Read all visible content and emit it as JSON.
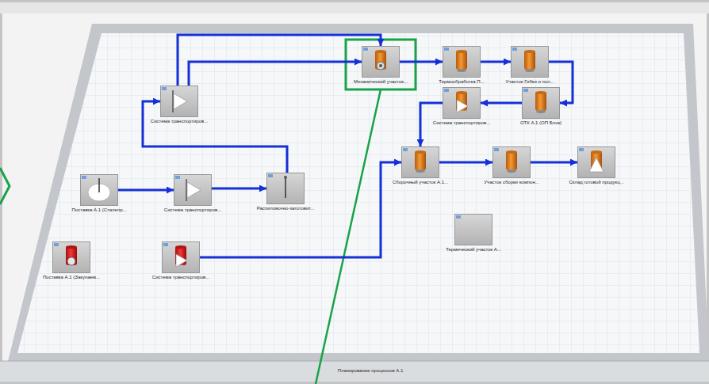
{
  "diagram": {
    "nodes": [
      {
        "text": [
          "Механический участок..."
        ]
      },
      {
        "text": [
          "Термообработка П..."
        ]
      },
      {
        "text": [
          "Участок Гибки и пол..."
        ]
      },
      {
        "text": [
          "Система транспортиров..."
        ]
      },
      {
        "text": [
          "Система транспортиров..."
        ]
      },
      {
        "text": [
          "ОТК А.1 (ОП Блок)"
        ]
      },
      {
        "text": [
          "Сборочный участок А.1..."
        ]
      },
      {
        "text": [
          "Участок сборки компон..."
        ]
      },
      {
        "text": [
          "Склад готовой продукц..."
        ]
      },
      {
        "text": [
          "Поставка А.1 (Сталепр..."
        ]
      },
      {
        "text": [
          "Система транспортиров..."
        ]
      },
      {
        "text": [
          "Распиловочно-заготовит..."
        ]
      },
      {
        "text": [
          "Термический участок А..."
        ]
      },
      {
        "text": [
          "Поставка А.1 (Закупаем..."
        ]
      },
      {
        "text": [
          "Система транспортиров..."
        ]
      }
    ],
    "edges": [
      {
        "from": 9,
        "to": 10,
        "arrow": "to"
      },
      {
        "from": 10,
        "to": 11,
        "arrow": "to"
      },
      {
        "from": 11,
        "to": 3,
        "arrow": "to"
      },
      {
        "from": 3,
        "to": 0,
        "arrow": "to"
      },
      {
        "from": 3,
        "to": 0,
        "arrow": "to"
      },
      {
        "from": 0,
        "to": 1,
        "arrow": "to"
      },
      {
        "from": 1,
        "to": 2,
        "arrow": "to"
      },
      {
        "from": 2,
        "to": 5,
        "arrow": "to"
      },
      {
        "from": 5,
        "to": 4,
        "arrow": "to"
      },
      {
        "from": 4,
        "to": 6,
        "arrow": "to"
      },
      {
        "from": 6,
        "to": 7,
        "arrow": "to"
      },
      {
        "from": 7,
        "to": 8,
        "arrow": "to"
      },
      {
        "from": 14,
        "to": 6,
        "arrow": "to"
      }
    ],
    "labels": [
      "Планирование процессов А.1"
    ]
  }
}
